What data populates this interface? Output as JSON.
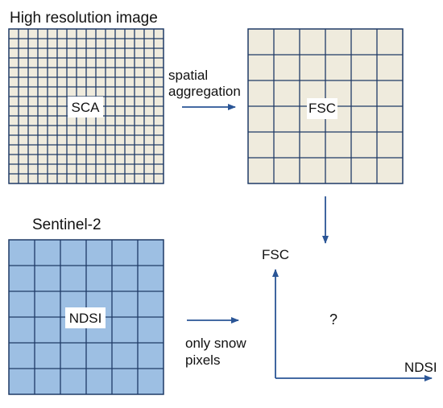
{
  "labels": {
    "high_res_title": "High resolution image",
    "sca": "SCA",
    "fsc_grid": "FSC",
    "aggregation_line1": "spatial",
    "aggregation_line2": "aggregation",
    "sentinel_title": "Sentinel-2",
    "ndsi_grid": "NDSI",
    "snow_line1": "only snow",
    "snow_line2": "pixels",
    "plot_y_label": "FSC",
    "plot_x_label": "NDSI",
    "plot_question": "?"
  },
  "colors": {
    "grid_line": "#1f3a66",
    "beige_fill": "#efebdd",
    "blue_fill": "#9dbfe3",
    "arrow": "#2a5596"
  }
}
